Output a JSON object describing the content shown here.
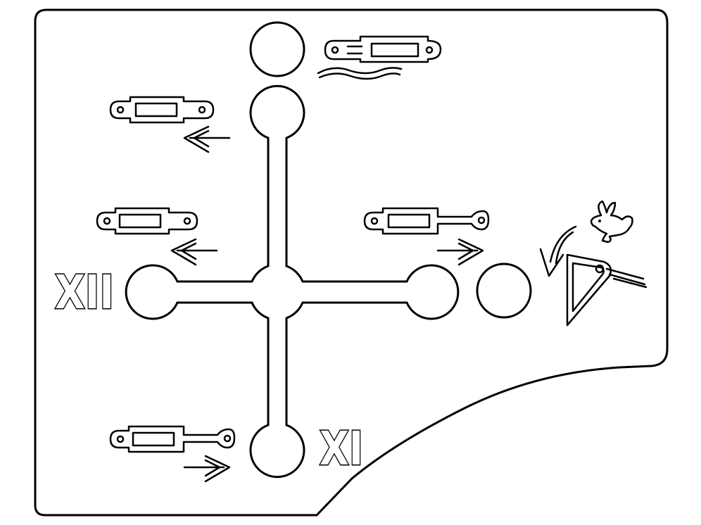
{
  "plate": {
    "outline_color": "#000000",
    "background": "#ffffff"
  },
  "gate": {
    "positions": [
      "top",
      "left",
      "right",
      "bottom"
    ],
    "extra_positions": [
      "top-isolated",
      "right-isolated"
    ]
  },
  "labels": {
    "left_gear": "XII",
    "bottom_gear": "XI"
  },
  "icons": {
    "cylinder": "hydraulic-cylinder-icon",
    "arrow": "direction-arrow-icon",
    "rabbit": "rabbit-fast-speed-icon",
    "wave": "float-wave-icon",
    "bucket": "bucket-curl-icon"
  }
}
